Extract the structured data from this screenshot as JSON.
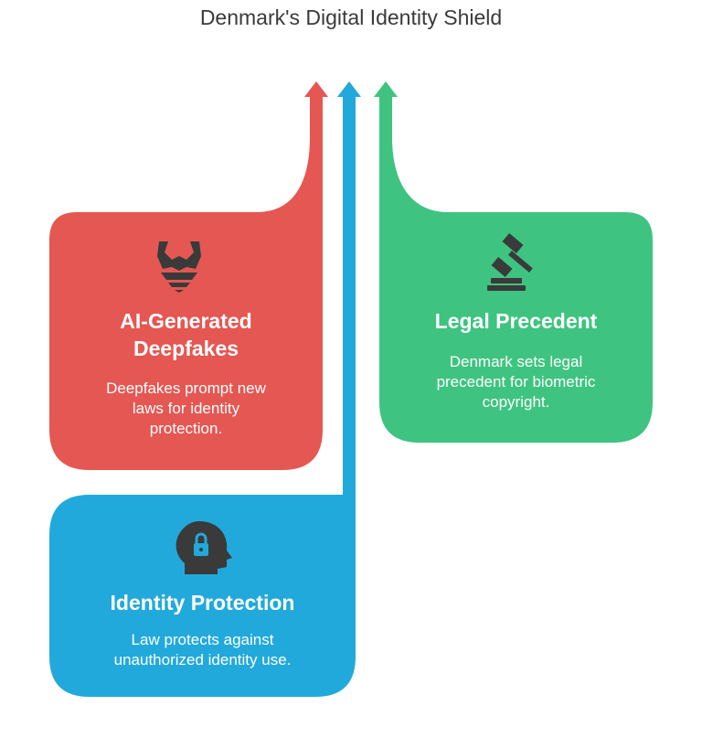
{
  "title": "Denmark's Digital Identity Shield",
  "colors": {
    "red": "#e55752",
    "blue": "#22a9db",
    "green": "#3ec480",
    "icon": "#3a3a3a"
  },
  "cards": [
    {
      "id": "deepfakes",
      "title_lines": [
        "AI-Generated",
        "Deepfakes"
      ],
      "description_lines": [
        "Deepfakes prompt new",
        "laws for identity",
        "protection."
      ],
      "icon": "mask-face-icon"
    },
    {
      "id": "legal",
      "title_lines": [
        "Legal Precedent"
      ],
      "description_lines": [
        "Denmark sets legal",
        "precedent for biometric",
        "copyright."
      ],
      "icon": "gavel-icon"
    },
    {
      "id": "protection",
      "title_lines": [
        "Identity Protection"
      ],
      "description_lines": [
        "Law protects against",
        "unauthorized identity use."
      ],
      "icon": "head-lock-icon"
    }
  ]
}
